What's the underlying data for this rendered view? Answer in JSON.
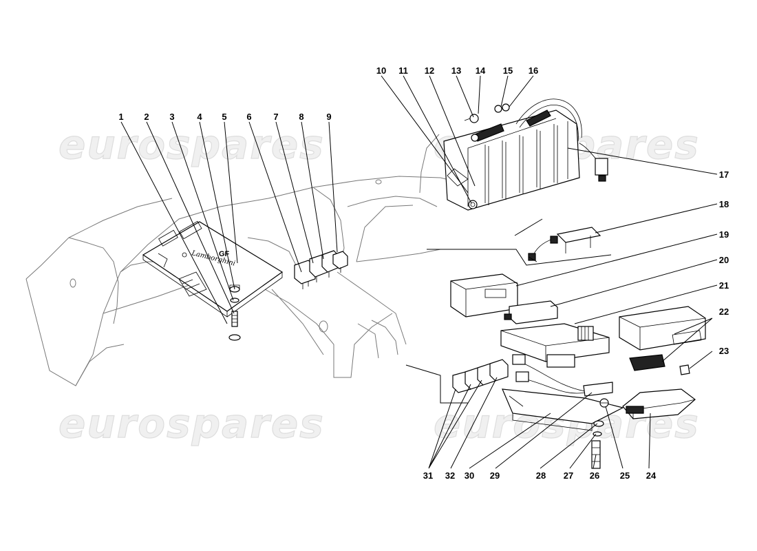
{
  "watermark": {
    "text": "eurospares"
  },
  "ecu_brand": "Lamborghini",
  "callouts": [
    {
      "id": "1",
      "label": "1"
    },
    {
      "id": "2",
      "label": "2"
    },
    {
      "id": "3",
      "label": "3"
    },
    {
      "id": "4",
      "label": "4"
    },
    {
      "id": "5",
      "label": "5"
    },
    {
      "id": "6",
      "label": "6"
    },
    {
      "id": "7",
      "label": "7"
    },
    {
      "id": "8",
      "label": "8"
    },
    {
      "id": "9",
      "label": "9"
    },
    {
      "id": "10",
      "label": "10"
    },
    {
      "id": "11",
      "label": "11"
    },
    {
      "id": "12",
      "label": "12"
    },
    {
      "id": "13",
      "label": "13"
    },
    {
      "id": "14",
      "label": "14"
    },
    {
      "id": "15",
      "label": "15"
    },
    {
      "id": "16",
      "label": "16"
    },
    {
      "id": "17",
      "label": "17"
    },
    {
      "id": "18",
      "label": "18"
    },
    {
      "id": "19",
      "label": "19"
    },
    {
      "id": "20",
      "label": "20"
    },
    {
      "id": "21",
      "label": "21"
    },
    {
      "id": "22",
      "label": "22"
    },
    {
      "id": "23",
      "label": "23"
    },
    {
      "id": "24",
      "label": "24"
    },
    {
      "id": "25",
      "label": "25"
    },
    {
      "id": "26",
      "label": "26"
    },
    {
      "id": "27",
      "label": "27"
    },
    {
      "id": "28",
      "label": "28"
    },
    {
      "id": "29",
      "label": "29"
    },
    {
      "id": "30",
      "label": "30"
    },
    {
      "id": "31",
      "label": "31"
    },
    {
      "id": "32",
      "label": "32"
    }
  ]
}
